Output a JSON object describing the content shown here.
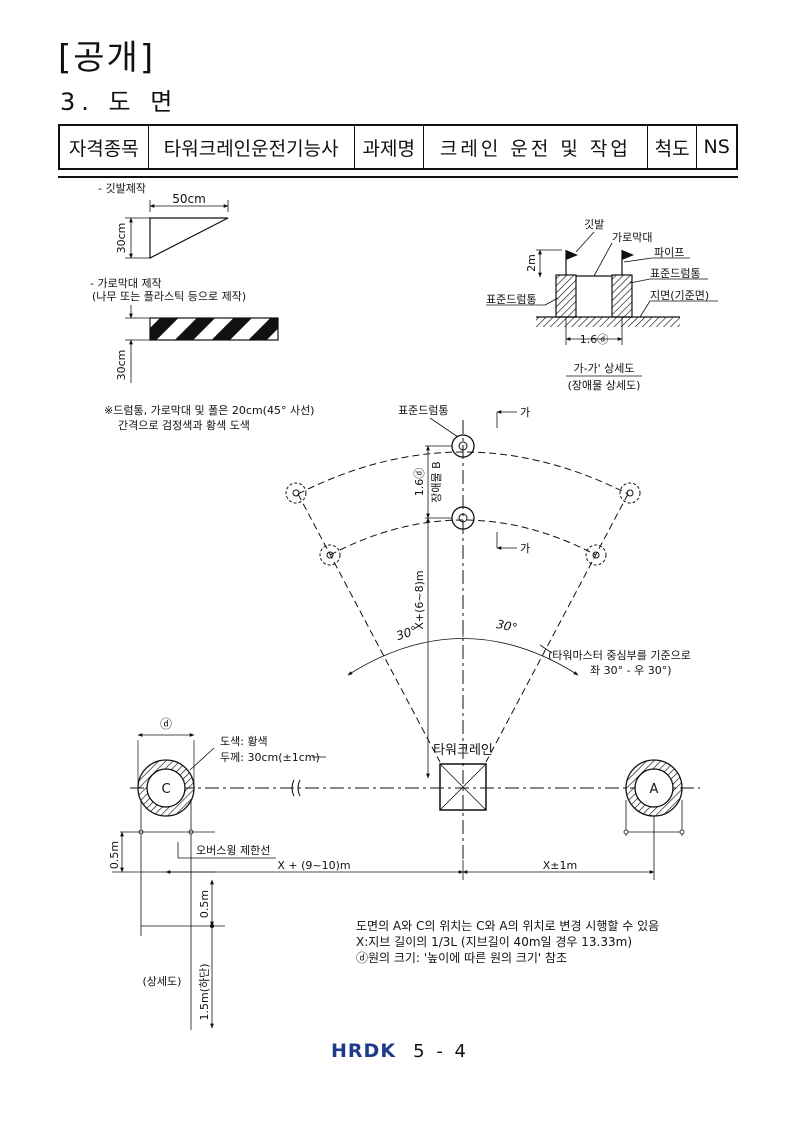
{
  "page": {
    "header": "[공개]",
    "section": "3. 도 면"
  },
  "info_table": {
    "field_label": "자격종목",
    "field_value": "타워크레인운전기능사",
    "task_label": "과제명",
    "task_value": "크레인 운전 및 작업",
    "scale_label": "척도",
    "scale_value": "NS"
  },
  "flag_detail": {
    "title": "- 깃발제작",
    "width": "50cm",
    "height": "30cm"
  },
  "bar_detail": {
    "title": "- 가로막대 제작",
    "subtitle": "(나무 또는 플라스틱 등으로 제작)",
    "height": "30cm"
  },
  "section_detail": {
    "flag_label": "깃발",
    "bar_label": "가로막대",
    "pipe_label": "파이프",
    "drum_right_label": "표준드럼통",
    "ground_label": "지면(기준면)",
    "drum_left_label": "표준드럼통",
    "height": "2m",
    "width": "1.6ⓓ",
    "title": "가-가' 상세도",
    "subtitle": "(장애물 상세도)"
  },
  "note_drum": {
    "line1": "※드럼통, 가로막대 및 폴은 20cm(45° 사선)",
    "line2": "간격으로 검정색과 황색 도색"
  },
  "plan": {
    "drum_label": "표준드럼통",
    "section_mark_top": "가",
    "section_mark_bottom": "가",
    "spacing_label": "1.6ⓓ",
    "obstacle_label": "장애물 B",
    "radial_label": "X+(6~8)m",
    "angle_left": "30°",
    "angle_right": "30°",
    "angle_note_line1": "(타워마스터 중심부를 기준으로",
    "angle_note_line2": "좌 30° - 우 30°)",
    "circle_c": "C",
    "circle_a": "A",
    "diameter_label": "ⓓ",
    "paint_label": "도색: 황색",
    "thickness_label": "두께: 30cm(±1cm)",
    "crane_label": "타워크레인",
    "overswing_label": "오버스윙 제한선",
    "half_m_label": "0.5m",
    "dist_left": "X + (9~10)m",
    "dist_right": "X±1m",
    "detail_half_m": "0.5m",
    "detail_bottom": "1.5m(하단)",
    "detail_title": "(상세도)"
  },
  "notes": {
    "line1": "도면의 A와 C의 위치는 C와 A의 위치로 변경 시행할 수 있음",
    "line2": "X:지브 길이의 1/3L (지브길이 40m일 경우 13.33m)",
    "line3": "ⓓ원의 크기: '높이에 따른 원의 크기' 참조"
  },
  "footer": {
    "logo": "HRDK",
    "page_number": "5 - 4"
  }
}
